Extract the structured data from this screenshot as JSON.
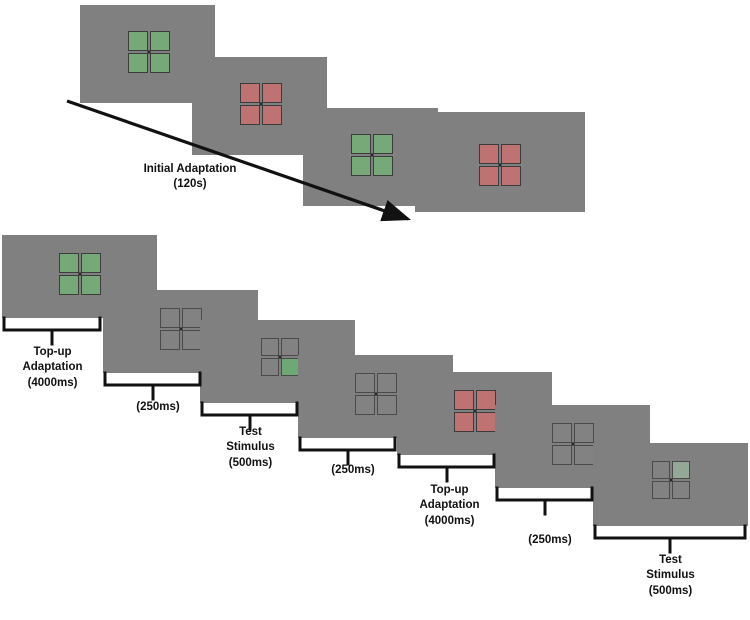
{
  "figure": {
    "title": "Adaptation paradigm trial sequence",
    "background_color": "#ffffff",
    "panel_color": "#808080",
    "green_color": "#76a878",
    "red_color": "#be7272",
    "neutral_color": "#828282",
    "faint_green_color": "#93a896",
    "test_green_color": "#6fa877",
    "line_color": "#111111"
  },
  "sequences": [
    {
      "name": "initial-adaptation-sequence",
      "arrow_label": "Initial Adaptation",
      "arrow_duration": "(120s)",
      "panels": [
        {
          "name": "panel-initial-adapt-1",
          "stimulus": "green-checkerboard",
          "quadrants": [
            "green",
            "green",
            "green",
            "green"
          ]
        },
        {
          "name": "panel-initial-adapt-2",
          "stimulus": "red-checkerboard",
          "quadrants": [
            "red",
            "red",
            "red",
            "red"
          ]
        },
        {
          "name": "panel-initial-adapt-3",
          "stimulus": "green-checkerboard",
          "quadrants": [
            "green",
            "green",
            "green",
            "green"
          ]
        },
        {
          "name": "panel-initial-adapt-4",
          "stimulus": "red-checkerboard",
          "quadrants": [
            "red",
            "red",
            "red",
            "red"
          ]
        }
      ]
    },
    {
      "name": "trial-sequence",
      "panels": [
        {
          "name": "panel-topup-green",
          "stimulus": "green-checkerboard",
          "quadrants": [
            "green",
            "green",
            "green",
            "green"
          ],
          "label": "Top-up\nAdaptation",
          "duration": "(4000ms)"
        },
        {
          "name": "panel-isi-1",
          "stimulus": "neutral-checkerboard",
          "quadrants": [
            "neutral",
            "neutral",
            "neutral",
            "neutral"
          ],
          "label": "",
          "duration": "(250ms)"
        },
        {
          "name": "panel-test-1",
          "stimulus": "test-checkerboard-green-bottom-right",
          "quadrants": [
            "neutral",
            "neutral",
            "neutral",
            "test-green"
          ],
          "label": "Test\nStimulus",
          "duration": "(500ms)"
        },
        {
          "name": "panel-isi-2",
          "stimulus": "neutral-checkerboard",
          "quadrants": [
            "neutral",
            "neutral",
            "neutral",
            "neutral"
          ],
          "label": "",
          "duration": "(250ms)"
        },
        {
          "name": "panel-topup-red",
          "stimulus": "red-checkerboard",
          "quadrants": [
            "red",
            "red",
            "red",
            "red"
          ],
          "label": "Top-up\nAdaptation",
          "duration": "(4000ms)"
        },
        {
          "name": "panel-isi-3",
          "stimulus": "neutral-checkerboard",
          "quadrants": [
            "neutral",
            "neutral",
            "neutral",
            "neutral"
          ],
          "label": "",
          "duration": "(250ms)"
        },
        {
          "name": "panel-test-2",
          "stimulus": "test-checkerboard-faint-green-top-right",
          "quadrants": [
            "neutral",
            "faint-green",
            "neutral",
            "neutral"
          ],
          "label": "Test\nStimulus",
          "duration": "(500ms)"
        }
      ]
    }
  ],
  "labels": {
    "initial_adaptation": "Initial Adaptation",
    "initial_adaptation_duration": "(120s)",
    "topup_adaptation": "Top-up\nAdaptation",
    "topup_duration": "(4000ms)",
    "isi_duration": "(250ms)",
    "test_stimulus": "Test\nStimulus",
    "test_duration": "(500ms)"
  }
}
